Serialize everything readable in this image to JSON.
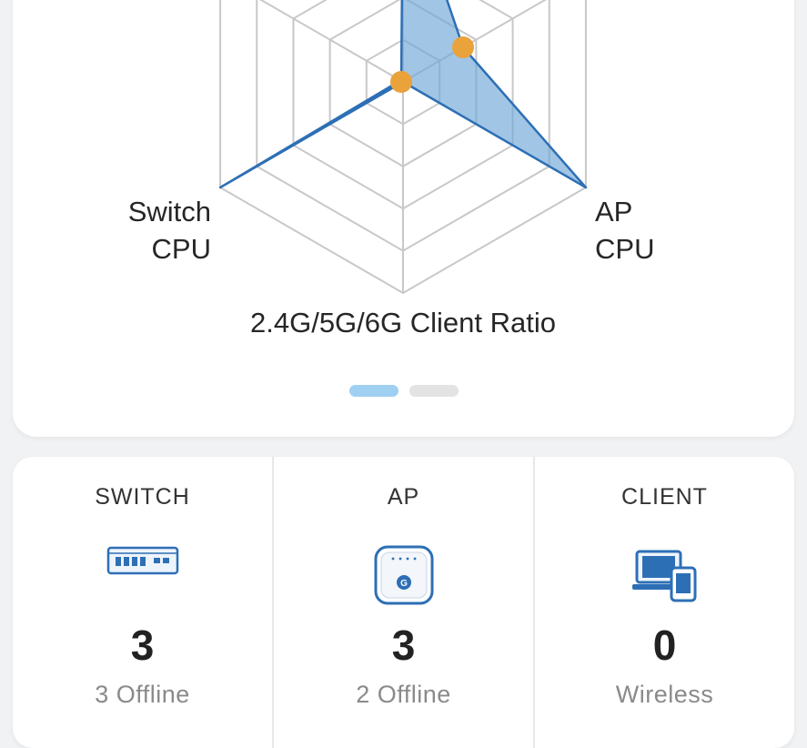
{
  "radar": {
    "axis_labels": {
      "switch_cpu": [
        "Switch",
        "CPU"
      ],
      "ap_cpu": [
        "AP",
        "CPU"
      ],
      "client_ratio": "2.4G/5G/6G Client Ratio"
    },
    "colors": {
      "fill": "#6fa6d6",
      "stroke": "#2d6fb5",
      "grid": "#c8c8c8",
      "marker": "#eaa23b"
    },
    "pager": {
      "pages": 2,
      "active": 0,
      "active_color": "#9fd0f2",
      "inactive_color": "#e3e3e3"
    }
  },
  "stats": [
    {
      "key": "switch",
      "title": "SWITCH",
      "icon": "switch-icon",
      "count": "3",
      "subtitle": "3 Offline"
    },
    {
      "key": "ap",
      "title": "AP",
      "icon": "access-point-icon",
      "count": "3",
      "subtitle": "2 Offline"
    },
    {
      "key": "client",
      "title": "CLIENT",
      "icon": "devices-icon",
      "count": "0",
      "subtitle": "Wireless"
    }
  ]
}
